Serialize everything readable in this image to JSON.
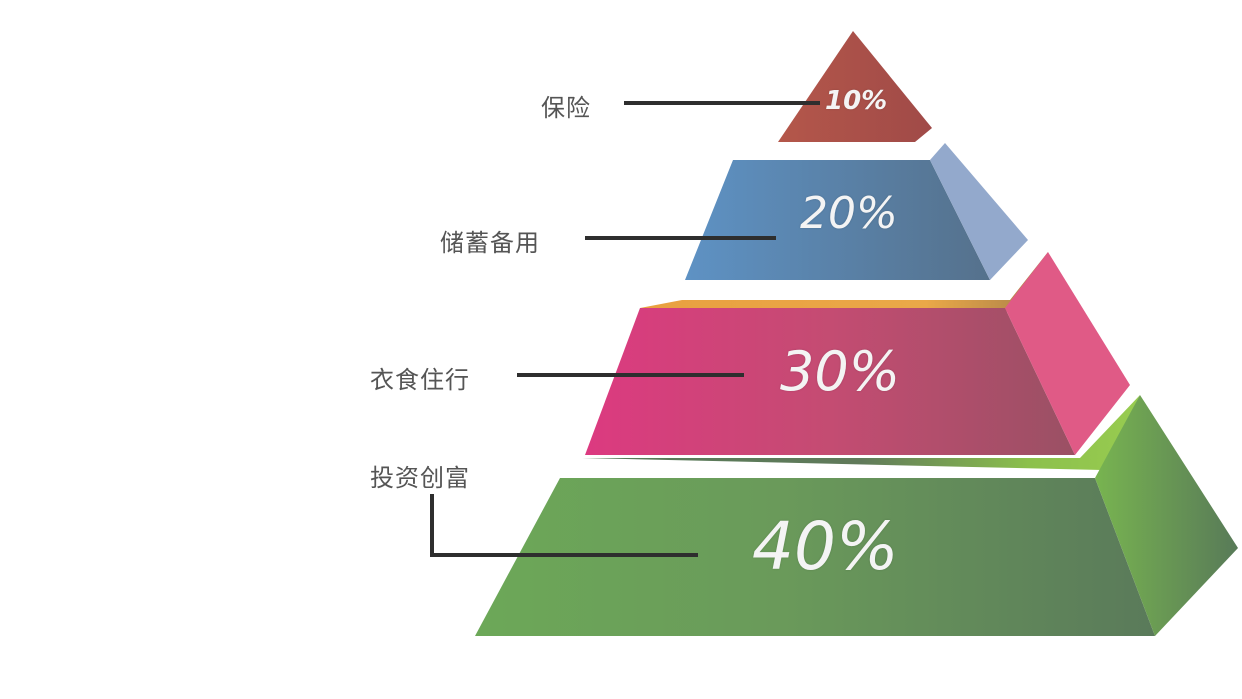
{
  "diagram": {
    "type": "pyramid",
    "title": "",
    "levels": [
      {
        "label": "保险",
        "value": "10%",
        "color": "#b85a4a"
      },
      {
        "label": "储蓄备用",
        "value": "20%",
        "color": "#5a86b0"
      },
      {
        "label": "衣食住行",
        "value": "30%",
        "color": "#d83a7a"
      },
      {
        "label": "投资创富",
        "value": "40%",
        "color": "#6aa850"
      }
    ],
    "separator_color": "#e8a040"
  }
}
